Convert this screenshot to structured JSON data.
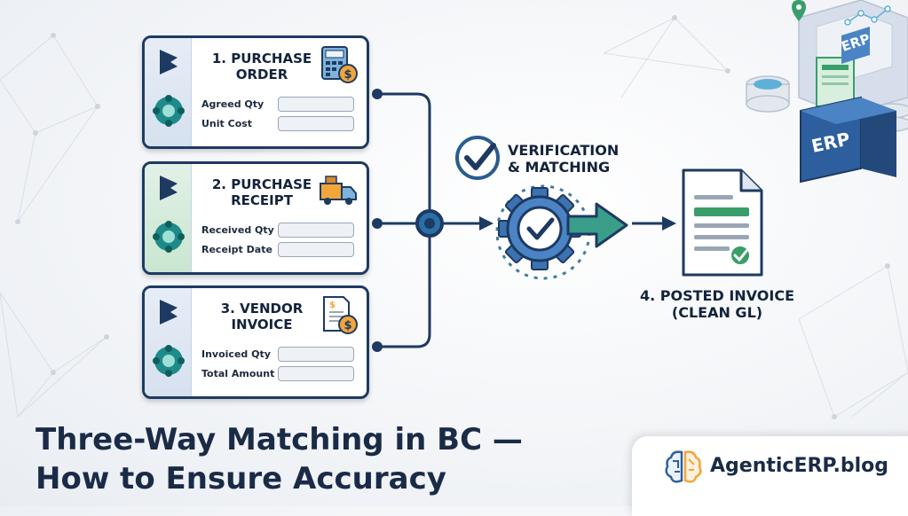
{
  "cards": [
    {
      "title_line1": "1. PURCHASE",
      "title_line2": "ORDER",
      "fields": [
        "Agreed Qty",
        "Unit Cost"
      ]
    },
    {
      "title_line1": "2. PURCHASE",
      "title_line2": "RECEIPT",
      "fields": [
        "Received Qty",
        "Receipt Date"
      ]
    },
    {
      "title_line1": "3. VENDOR",
      "title_line2": "INVOICE",
      "fields": [
        "Invoiced Qty",
        "Total Amount"
      ]
    }
  ],
  "verification": {
    "line1": "VERIFICATION",
    "line2": "& MATCHING"
  },
  "posted_invoice": {
    "line1": "4. POSTED INVOICE",
    "line2": "(CLEAN GL)"
  },
  "heading": {
    "line1": "Three-Way Matching in BC —",
    "line2": "How to Ensure Accuracy"
  },
  "brand": "AgenticERP.blog",
  "erp_badges": [
    "ERP",
    "ERP"
  ],
  "colors": {
    "navy": "#1d3a62",
    "teal": "#1f8a8a",
    "green": "#3a9e6a",
    "orange": "#f0a63a"
  },
  "icons": [
    "dynamics-logo-icon",
    "business-central-icon",
    "calculator-icon",
    "delivery-truck-icon",
    "invoice-dollar-icon",
    "check-badge-icon",
    "gear-check-icon",
    "document-check-icon",
    "brain-logo-icon"
  ]
}
